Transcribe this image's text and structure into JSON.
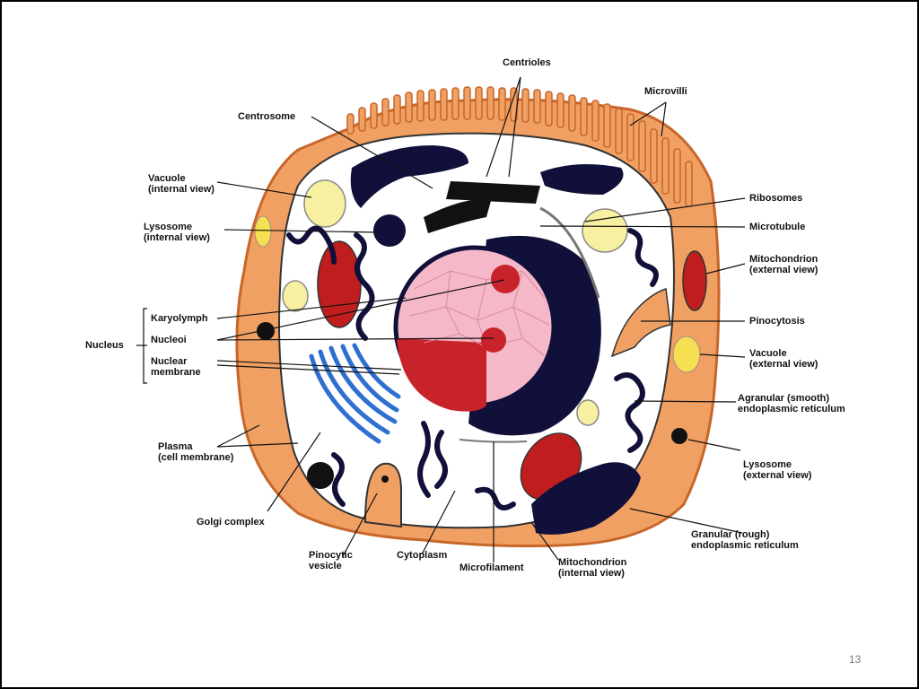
{
  "labels": {
    "centrioles": "Centrioles",
    "microvilli": "Microvilli",
    "centrosome": "Centrosome",
    "vacuole_internal": "Vacuole\n(internal view)",
    "ribosomes": "Ribosomes",
    "lysosome_internal": "Lysosome\n(internal view)",
    "microtubule": "Microtubule",
    "mitochondrion_external": "Mitochondrion\n(external view)",
    "karyolymph": "Karyolymph",
    "nucleus": "Nucleus",
    "nucleoli": "Nucleoi",
    "nuclear_membrane": "Nuclear\nmembrane",
    "pinocytosis": "Pinocytosis",
    "vacuole_external": "Vacuole\n(external view)",
    "agranular_er": "Agranular (smooth)\nendoplasmic reticulum",
    "plasma": "Plasma\n(cell membrane)",
    "lysosome_external": "Lysosome\n(external view)",
    "golgi": "Golgi complex",
    "granular_er": "Granular (rough)\nendoplasmic reticulum",
    "pinocytic_vesicle": "Pinocytic\nvesicle",
    "cytoplasm": "Cytoplasm",
    "microfilament": "Microfilament",
    "mitochondrion_internal": "Mitochondrion\n(internal view)"
  },
  "page_number": "13",
  "colors": {
    "cell_membrane": "#f0a062",
    "membrane_edge": "#c8662a",
    "cytoplasm": "#ffffff",
    "nucleus_pink": "#f4b8c8",
    "nucleus_red": "#c8222a",
    "dark_er": "#10103a",
    "golgi_blue": "#2f6fd0",
    "vacuole_yellow": "#f7f0a0",
    "mitochondrion_red": "#c01e1e"
  }
}
